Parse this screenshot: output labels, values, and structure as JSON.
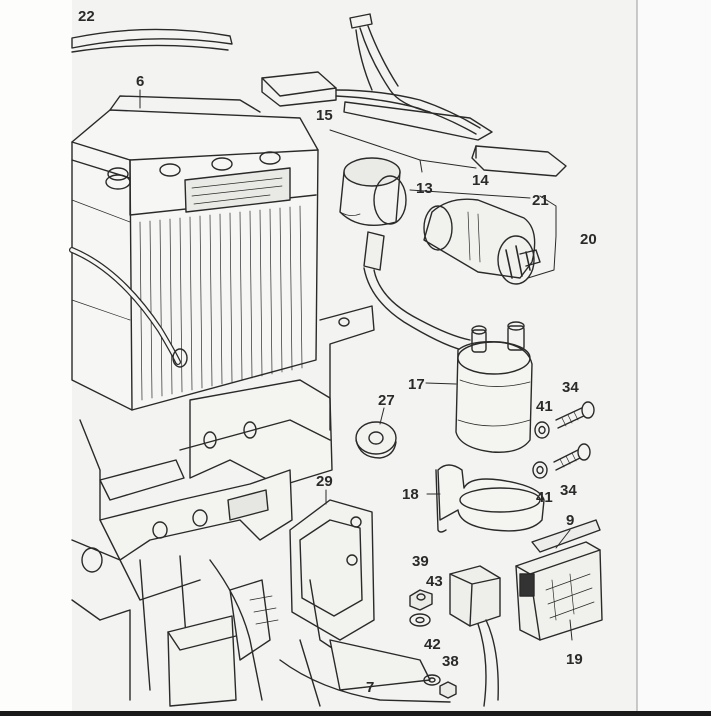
{
  "callouts": {
    "c22": "22",
    "c6": "6",
    "c15": "15",
    "c13": "13",
    "c14": "14",
    "c21": "21",
    "c20": "20",
    "c17": "17",
    "c27": "27",
    "c41a": "41",
    "c34a": "34",
    "c41b": "41",
    "c34b": "34",
    "c18": "18",
    "c29": "29",
    "c9": "9",
    "c39": "39",
    "c43": "43",
    "c42": "42",
    "c38": "38",
    "c19": "19",
    "c7": "7"
  },
  "colors": {
    "paper": "#f3f3f1",
    "ink": "#2a2a2a",
    "border": "#111111"
  }
}
